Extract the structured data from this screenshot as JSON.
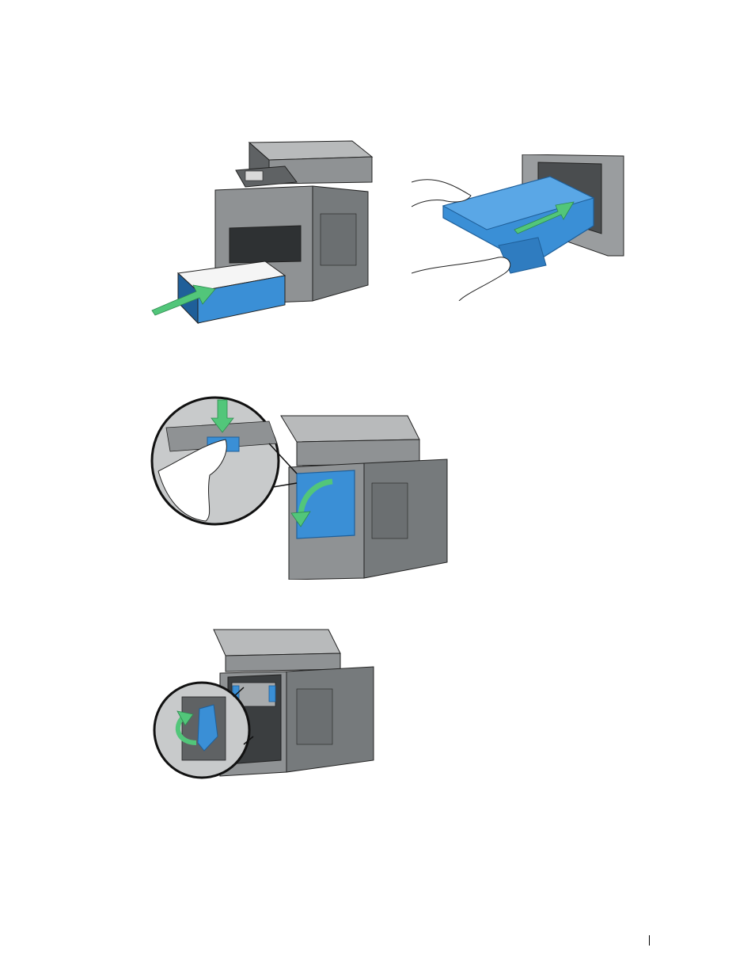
{
  "page": {
    "footer_text": ""
  },
  "figures": [
    {
      "id": "tray-insert",
      "icon": "printer-tray-icon"
    },
    {
      "id": "duplexer-insert",
      "icon": "duplexer-icon"
    },
    {
      "id": "rear-cover-open",
      "icon": "rear-cover-icon"
    },
    {
      "id": "fuser-levers",
      "icon": "fuser-lever-icon"
    }
  ],
  "colors": {
    "printer_body": "#8f9294",
    "printer_dark": "#5f6264",
    "printer_light": "#b8babb",
    "part_blue": "#3a8fd6",
    "part_blue_dark": "#1f5f99",
    "arrow_green": "#52c67a",
    "paper": "#f5f5f5",
    "outline": "#222222"
  }
}
